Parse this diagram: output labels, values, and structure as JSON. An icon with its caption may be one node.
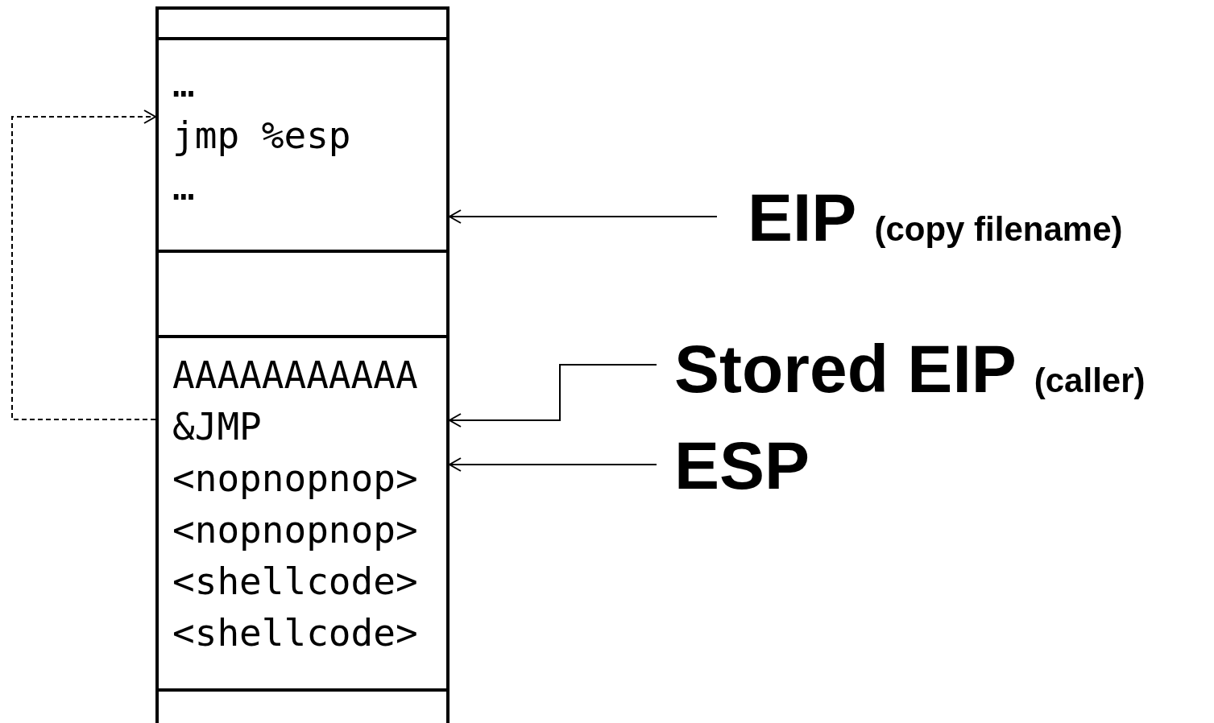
{
  "diagram": {
    "nodes": [
      {
        "text": [],
        "shape": "box"
      },
      {
        "text": [
          "…",
          "jmp %esp",
          "…"
        ]
      },
      {
        "text": [],
        "shape": "box"
      },
      {
        "text": [
          "AAAAAAAAAAA",
          "&JMP",
          "<nopnopnop>",
          "<nopnopnop>",
          "<shellcode>",
          "<shellcode>"
        ]
      },
      {
        "text": [],
        "shape": "box"
      },
      {
        "text": [
          "EIP",
          "(copy filename)"
        ]
      },
      {
        "text": [
          "Stored EIP",
          "(caller)"
        ]
      },
      {
        "text": [
          "ESP"
        ]
      }
    ],
    "edges": [
      {
        "from": 5,
        "to": 1,
        "arrow": "to"
      },
      {
        "from": 6,
        "to": 3,
        "arrow": "to"
      },
      {
        "from": 7,
        "to": 3,
        "arrow": "to"
      },
      {
        "from": 3,
        "to": 1,
        "arrow": "to",
        "style": "dashed"
      }
    ]
  }
}
